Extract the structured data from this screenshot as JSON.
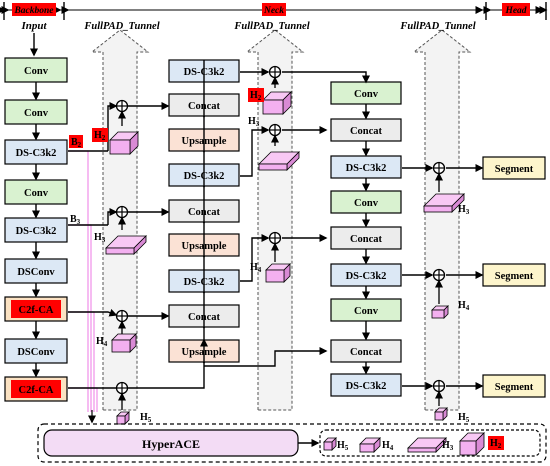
{
  "sections": {
    "backbone": "Backbone",
    "neck": "Neck",
    "head": "Head"
  },
  "input_label": "Input",
  "tunnel_label": "FullPAD_Tunnel",
  "backbone_blocks": [
    {
      "label": "Conv",
      "kind": "conv"
    },
    {
      "label": "Conv",
      "kind": "conv"
    },
    {
      "label": "DS-C3k2",
      "kind": "ds"
    },
    {
      "label": "Conv",
      "kind": "conv"
    },
    {
      "label": "DS-C3k2",
      "kind": "ds"
    },
    {
      "label": "DSConv",
      "kind": "ds"
    },
    {
      "label": "C2f-CA",
      "kind": "c2f"
    },
    {
      "label": "DSConv",
      "kind": "ds"
    },
    {
      "label": "C2f-CA",
      "kind": "c2f"
    }
  ],
  "neck_col1": [
    {
      "label": "DS-C3k2",
      "kind": "ds"
    },
    {
      "label": "Concat",
      "kind": "concat"
    },
    {
      "label": "Upsample",
      "kind": "ups"
    },
    {
      "label": "DS-C3k2",
      "kind": "ds"
    },
    {
      "label": "Concat",
      "kind": "concat"
    },
    {
      "label": "Upsample",
      "kind": "ups"
    },
    {
      "label": "DS-C3k2",
      "kind": "ds"
    },
    {
      "label": "Concat",
      "kind": "concat"
    },
    {
      "label": "Upsample",
      "kind": "ups"
    }
  ],
  "neck_col2": [
    {
      "label": "Conv",
      "kind": "conv"
    },
    {
      "label": "Concat",
      "kind": "concat"
    },
    {
      "label": "DS-C3k2",
      "kind": "ds"
    },
    {
      "label": "Conv",
      "kind": "conv"
    },
    {
      "label": "Concat",
      "kind": "concat"
    },
    {
      "label": "DS-C3k2",
      "kind": "ds"
    },
    {
      "label": "Conv",
      "kind": "conv"
    },
    {
      "label": "Concat",
      "kind": "concat"
    },
    {
      "label": "DS-C3k2",
      "kind": "ds"
    }
  ],
  "head_blocks": [
    "Segment",
    "Segment",
    "Segment"
  ],
  "b_labels": {
    "b2": "B",
    "b2_sub": "2",
    "b3": "B",
    "b3_sub": "3"
  },
  "h_labels": {
    "h": "H",
    "s2": "2",
    "s3": "3",
    "s4": "4",
    "s5": "5"
  },
  "hyperace_label": "HyperACE",
  "colors": {
    "conv": "#d9f2d0",
    "ds": "#dce8f5",
    "concat": "#ececec",
    "ups": "#fbe2d5",
    "c2f": "#fbe2c2",
    "segment": "#fdf5cc",
    "cube": "#f3b0f0",
    "tunnel": "#f2f2f2",
    "red": "#ff0000",
    "hyperace": "#f3dcf5"
  }
}
